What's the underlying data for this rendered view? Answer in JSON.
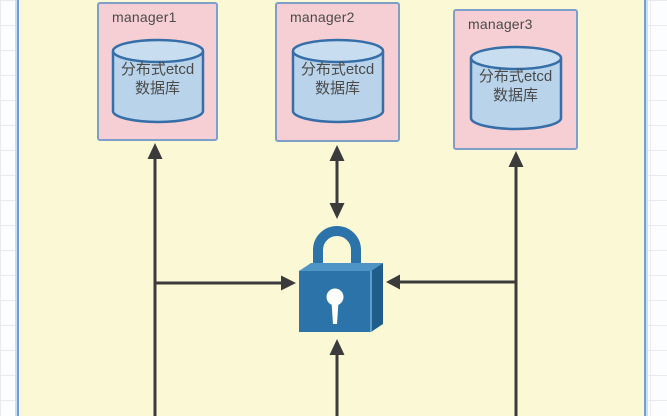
{
  "diagram": {
    "managers": [
      {
        "label": "manager1",
        "db": {
          "line1": "分布式etcd",
          "line2": "数据库"
        }
      },
      {
        "label": "manager2",
        "db": {
          "line1": "分布式etcd",
          "line2": "数据库"
        }
      },
      {
        "label": "manager3",
        "db": {
          "line1": "分布式etcd",
          "line2": "数据库"
        }
      }
    ],
    "center_icon": "padlock",
    "node_icon": "database-cylinder",
    "colors": {
      "sheet_bg": "#fbf8d6",
      "sheet_border": "#6f9fd8",
      "node_bg": "#f6cfd4",
      "node_border": "#7d9fca",
      "cylinder_fill": "#b9d4ea",
      "cylinder_top_fill": "#c8def0",
      "cylinder_stroke": "#366ea8",
      "lock_front": "#2b73a9",
      "lock_side": "#1f5e8c",
      "lock_top": "#4e94c4",
      "arrow": "#3b3b3b",
      "text": "#4a4a4a"
    }
  }
}
